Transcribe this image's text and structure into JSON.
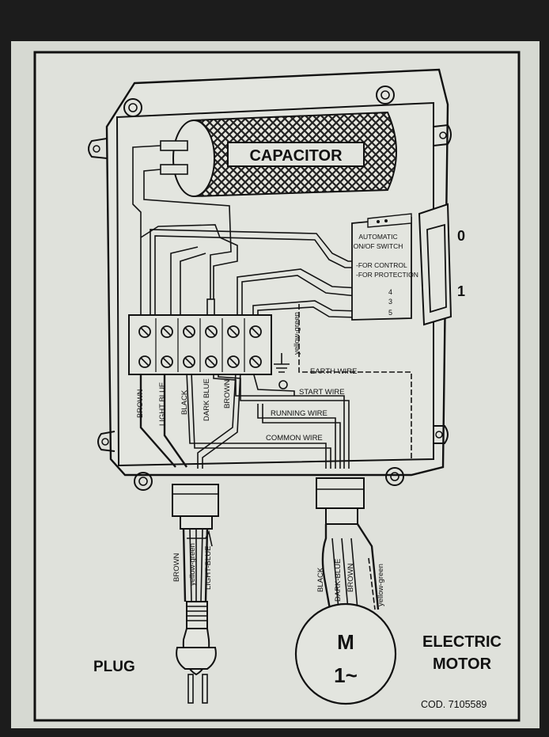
{
  "capacitor": {
    "label": "CAPACITOR"
  },
  "switch": {
    "title_line1": "AUTOMATIC",
    "title_line2": "ON/OF SWITCH",
    "note_line1": "-FOR CONTROL",
    "note_line2": "-FOR PROTECTION",
    "pins": [
      "4",
      "3",
      "5"
    ],
    "off_label": "0",
    "on_label": "1"
  },
  "terminal_wires": [
    "BROWN",
    "LIGHT BLUE",
    "BLACK",
    "DARK BLUE",
    "BROWN"
  ],
  "ground_wire": "yellow-green",
  "wire_labels": {
    "earth": "EARTH WIRE",
    "start": "START WIRE",
    "running": "RUNNING WIRE",
    "common": "COMMON WIRE"
  },
  "plug_cable": [
    "BROWN",
    "yellow-green",
    "LIGHT-BLUE"
  ],
  "motor_cable": [
    "BLACK",
    "DARK-BLUE",
    "BROWN",
    "yellow-green"
  ],
  "motor": {
    "symbol": "M",
    "phase": "1~",
    "caption_line1": "ELECTRIC",
    "caption_line2": "MOTOR"
  },
  "plug": {
    "caption": "PLUG"
  },
  "code": "COD. 7105589"
}
